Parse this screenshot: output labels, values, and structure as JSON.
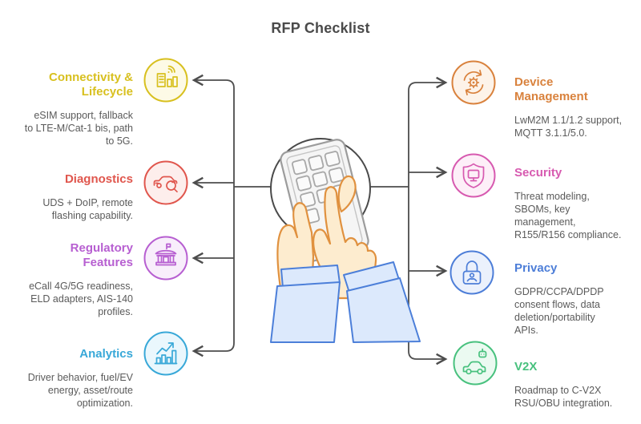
{
  "title": "RFP Checklist",
  "colors": {
    "connector": "#4d4d4d",
    "heading_text": "#4a4a4a",
    "body_text": "#5a5a5a"
  },
  "center": {
    "illustration": "hands-tapping-keypad-device",
    "skin": "#fdeccf",
    "skin_outline": "#e0913f",
    "sleeve_fill": "#dce9fc",
    "sleeve_outline": "#4c7fd9",
    "device_fill": "#f5f5f5",
    "device_outline": "#9c9c9c"
  },
  "items": {
    "left": [
      {
        "id": "connectivity-lifecycle",
        "title_lines": [
          "Connectivity &",
          "Lifecycle"
        ],
        "desc_lines": [
          "eSIM support, fallback",
          "to LTE-M/Cat-1 bis, path",
          "to 5G."
        ],
        "color": "#d8c01f",
        "fill": "#fdfae6",
        "icon": "city-signal-icon"
      },
      {
        "id": "diagnostics",
        "title_lines": [
          "Diagnostics"
        ],
        "desc_lines": [
          "UDS + DoIP, remote",
          "flashing capability."
        ],
        "color": "#e0564d",
        "fill": "#fdeeec",
        "icon": "car-search-icon"
      },
      {
        "id": "regulatory-features",
        "title_lines": [
          "Regulatory",
          "Features"
        ],
        "desc_lines": [
          "eCall 4G/5G readiness,",
          "ELD adapters, AIS-140",
          "profiles."
        ],
        "color": "#b75fd1",
        "fill": "#f8eefb",
        "icon": "government-building-icon"
      },
      {
        "id": "analytics",
        "title_lines": [
          "Analytics"
        ],
        "desc_lines": [
          "Driver behavior, fuel/EV",
          "energy, asset/route",
          "optimization."
        ],
        "color": "#38a8d8",
        "fill": "#eaf7fd",
        "icon": "bar-chart-icon"
      }
    ],
    "right": [
      {
        "id": "device-management",
        "title_lines": [
          "Device",
          "Management"
        ],
        "desc_lines": [
          "LwM2M 1.1/1.2 support,",
          "MQTT 3.1.1/5.0."
        ],
        "color": "#d9823d",
        "fill": "#fdf3e9",
        "icon": "sync-gear-icon"
      },
      {
        "id": "security",
        "title_lines": [
          "Security"
        ],
        "desc_lines": [
          "Threat modeling,",
          "SBOMs, key",
          "management,",
          "R155/R156 compliance."
        ],
        "color": "#d75ab0",
        "fill": "#fdeff8",
        "icon": "shield-monitor-icon"
      },
      {
        "id": "privacy",
        "title_lines": [
          "Privacy"
        ],
        "desc_lines": [
          "GDPR/CCPA/DPDP",
          "consent flows, data",
          "deletion/portability",
          "APIs."
        ],
        "color": "#4d7ed8",
        "fill": "#ebf1fc",
        "icon": "lock-person-icon"
      },
      {
        "id": "v2x",
        "title_lines": [
          "V2X"
        ],
        "desc_lines": [
          "Roadmap to C-V2X",
          "RSU/OBU integration."
        ],
        "color": "#48c17e",
        "fill": "#ebfaf1",
        "icon": "car-robot-icon"
      }
    ]
  }
}
